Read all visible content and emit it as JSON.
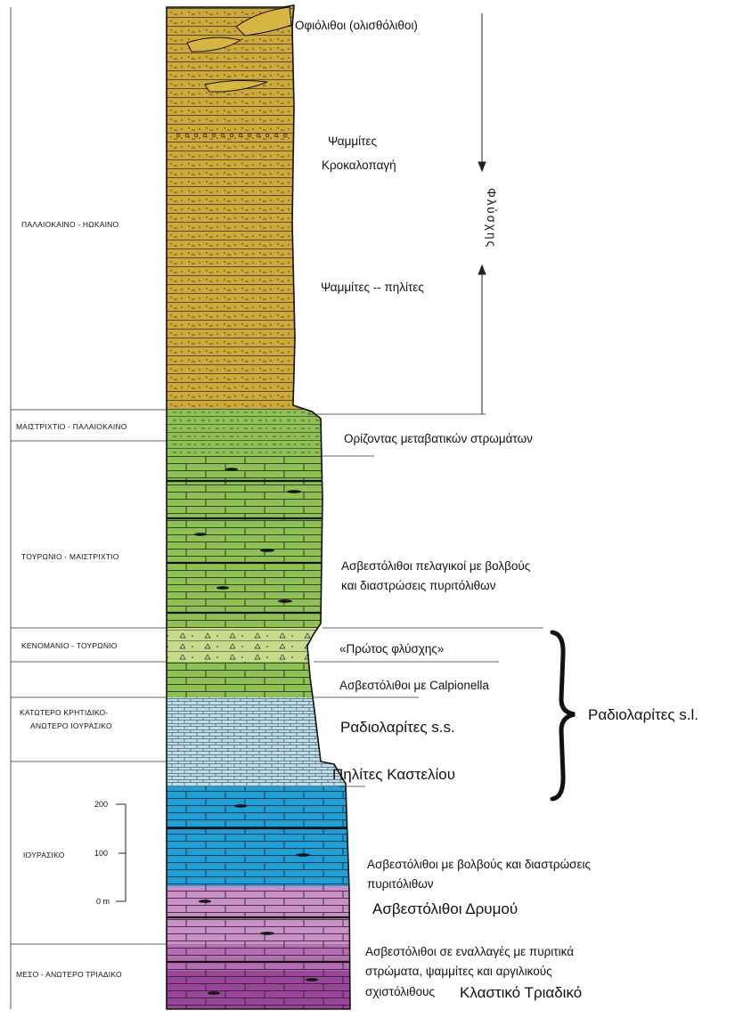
{
  "colors": {
    "flysch": "#cfa83a",
    "limestone_pelagic": "#8fc054",
    "first_flysch": "#c7db8c",
    "radiolarite": "#bde0ef",
    "jurassic_limestone": "#1e9fd8",
    "triassic_limestone": "#c98fc6",
    "clastic_triassic": "#9a449a",
    "line": "#1a1a1a"
  },
  "ages": [
    {
      "label": "ΠΑΛΑΙΟΚΑΙΝΟ - ΗΩΚΑΙΝΟ"
    },
    {
      "label": "ΜΑΙΣΤΡΙΧΤΙΟ - ΠΑΛΑΙΟΚΑΙΝΟ"
    },
    {
      "label": "ΤΟΥΡΩΝΙΟ - ΜΑΙΣΤΡΙΧΤΙΟ"
    },
    {
      "label": "ΚΕΝΟΜΑΝΙΟ - ΤΟΥΡΩΝΙΟ"
    },
    {
      "label": "ΚΑΤΩΤΕΡΟ ΚΡΗΤΙΔΙΚΟ-"
    },
    {
      "label": "ΑΝΩΤΕΡΟ ΙΟΥΡΑΣΙΚΟ"
    },
    {
      "label": "ΙΟΥΡΑΣΙΚΟ"
    },
    {
      "label": "ΜΕΣΟ - ΑΝΩΤΕΡΟ ΤΡΙΑΔΙΚΟ"
    }
  ],
  "units": [
    {
      "label": "Οφιόλιθοι (ολισθόλιθοι)"
    },
    {
      "label": "Ψαμμίτες"
    },
    {
      "label": "Κροκαλοπαγή"
    },
    {
      "label": "Ψαμμίτες -- πηλίτες"
    },
    {
      "label": "Ορίζοντας μεταβατικών στρωμάτων"
    },
    {
      "label": "Ασβεστόλιθοι πελαγικοί με βολβούς"
    },
    {
      "label": "και διαστρώσεις πυριτόλιθων"
    },
    {
      "label": "«Πρώτος φλύσχης»"
    },
    {
      "label": "Ασβεστόλιθοι με Calpionella"
    },
    {
      "label": "Ραδιολαρίτες s.s."
    },
    {
      "label": "Πηλίτες Καστελίου"
    },
    {
      "label": "Ασβεστόλιθοι με βολβούς και διαστρώσεις"
    },
    {
      "label": "πυριτόλιθων"
    },
    {
      "label": "Ασβεστόλιθοι Δρυμού"
    },
    {
      "label": "Ασβεστόλιθοι σε εναλλαγές με πυριτικά"
    },
    {
      "label": "στρώματα, ψαμμίτες και αργιλικούς"
    },
    {
      "label": "σχιστόλιθους"
    },
    {
      "label": "Κλαστικό Τριαδικό"
    }
  ],
  "flysch_label": "Φλύσχης",
  "radiolarites_group": "Ραδιολαρίτες s.l.",
  "scale": {
    "top": "200",
    "mid": "100",
    "bottom": "0 m"
  }
}
